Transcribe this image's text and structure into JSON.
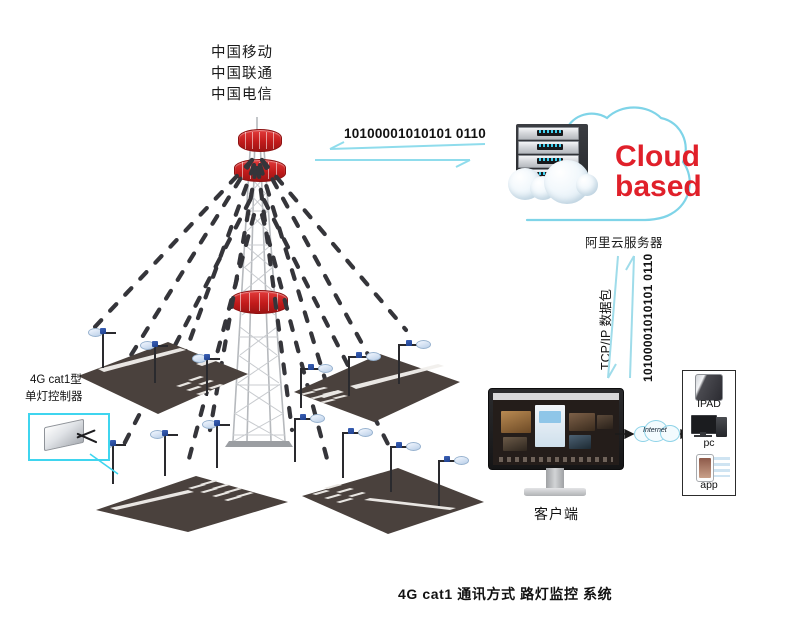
{
  "diagram": {
    "title": "4G cat1 通讯方式 路灯监控 系统",
    "title_parts": {
      "standard": "4G cat1",
      "rest": "通讯方式 路灯监控 系统"
    }
  },
  "carriers": {
    "items": [
      {
        "label": "中国移动"
      },
      {
        "label": "中国联通"
      },
      {
        "label": "中国电信"
      }
    ]
  },
  "uplink": {
    "binary": "10100001010101 0110",
    "arrow_color": "#8fdcec"
  },
  "cloud": {
    "title_line1": "Cloud",
    "title_line2": "based",
    "title_color": "#e0202a",
    "outline_color": "#7fd4e8",
    "server_label": "阿里云服务器"
  },
  "downlink": {
    "protocol_label": "TCP/IP 数据包",
    "binary": "10100001010101 0110"
  },
  "controller": {
    "type_label": "4G cat1型",
    "name_label": "单灯控制器",
    "callout_color": "#3fd5ef"
  },
  "client": {
    "label": "客户端",
    "internet_label": "Internet",
    "devices": [
      {
        "label": "IPAD",
        "icon": "tablet-icon"
      },
      {
        "label": "pc",
        "icon": "desktop-computer-icon"
      },
      {
        "label": "app",
        "icon": "smartphone-icon"
      }
    ]
  },
  "roads": [
    {
      "name": "road-upper-left",
      "lamps": 3
    },
    {
      "name": "road-upper-right",
      "lamps": 3
    },
    {
      "name": "road-lower-left",
      "lamps": 3
    },
    {
      "name": "road-lower-right",
      "lamps": 4
    }
  ],
  "tower": {
    "name": "cell-tower",
    "platforms": 3
  }
}
